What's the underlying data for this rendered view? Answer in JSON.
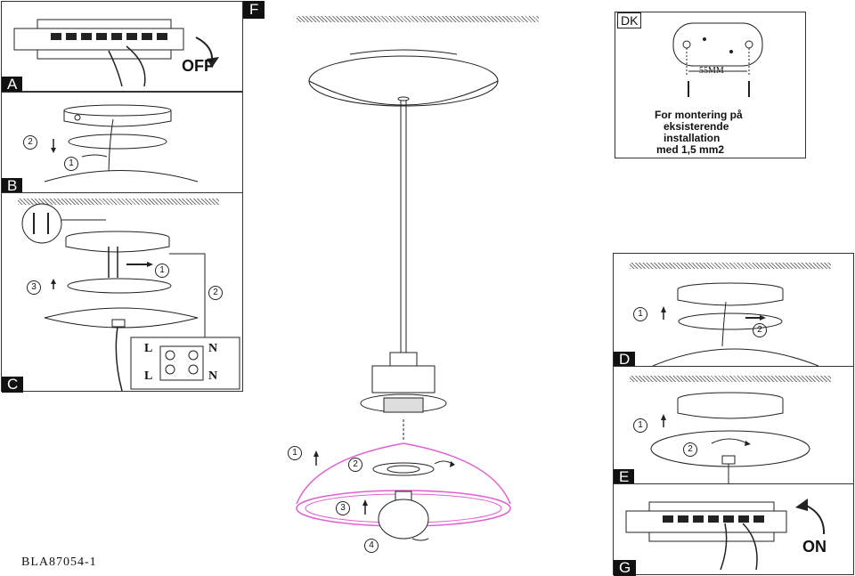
{
  "panels": {
    "a": {
      "tag": "A",
      "action": "OFF"
    },
    "b": {
      "tag": "B",
      "step1": "1",
      "step2": "2"
    },
    "c": {
      "tag": "C",
      "step1": "1",
      "step2": "2",
      "step3": "3",
      "term_l1": "L",
      "term_n1": "N",
      "term_l2": "L",
      "term_n2": "N"
    },
    "f": {
      "tag": "F",
      "step1": "1",
      "step2": "2",
      "step3": "3",
      "step4": "4"
    },
    "dk": {
      "tag": "DK",
      "dimension": "55MM",
      "note_line1": "For montering på",
      "note_line2": "eksisterende",
      "note_line3": "installation",
      "note_line4": "med 1,5 mm2"
    },
    "d": {
      "tag": "D",
      "step1": "1",
      "step2": "2"
    },
    "e": {
      "tag": "E",
      "step1": "1",
      "step2": "2"
    },
    "g": {
      "tag": "G",
      "action": "ON"
    }
  },
  "footer": {
    "code": "BLA87054-1"
  },
  "colors": {
    "shade_outline": "#e060d0",
    "line": "#222222"
  }
}
